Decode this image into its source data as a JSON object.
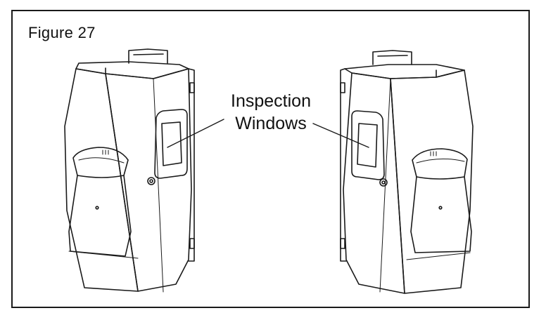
{
  "figure": {
    "title": "Figure 27"
  },
  "callout": {
    "line1": "Inspection",
    "line2": "Windows"
  },
  "colors": {
    "stroke": "#1a1a1a",
    "background": "#ffffff"
  }
}
